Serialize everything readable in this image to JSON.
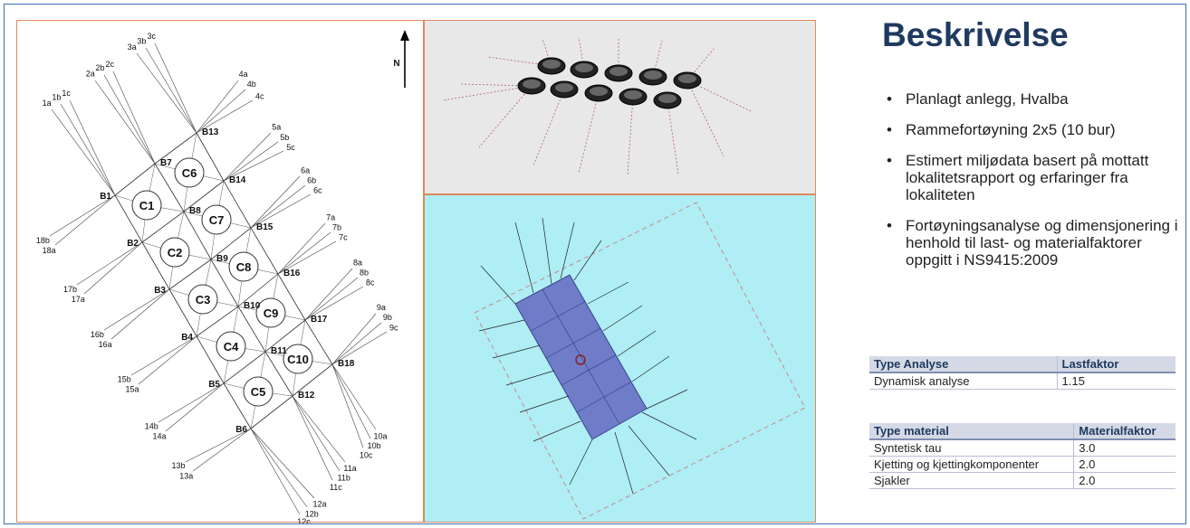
{
  "title": "Beskrivelse",
  "bullets": [
    "Planlagt anlegg, Hvalba",
    "Rammefortøyning 2x5 (10 bur)",
    "Estimert miljødata basert på mottatt lokalitetsrapport og erfaringer fra lokaliteten",
    "Fortøyningsanalyse og dimensjonering i henhold til last- og materialfaktorer oppgitt i NS9415:2009"
  ],
  "bullet_symbol": "•",
  "table_analysis": {
    "headers": [
      "Type Analyse",
      "Lastfaktor"
    ],
    "rows": [
      [
        "Dynamisk analyse",
        "1.15"
      ]
    ]
  },
  "table_material": {
    "headers": [
      "Type material",
      "Materialfaktor"
    ],
    "rows": [
      [
        "Syntetisk tau",
        "3.0"
      ],
      [
        "Kjetting og kjettingkomponenter",
        "2.0"
      ],
      [
        "Sjakler",
        "2.0"
      ]
    ]
  },
  "diagram": {
    "north_label": "N",
    "cages": [
      "C1",
      "C2",
      "C3",
      "C4",
      "C5",
      "C6",
      "C7",
      "C8",
      "C9",
      "C10"
    ],
    "nodes": [
      "B1",
      "B2",
      "B3",
      "B4",
      "B5",
      "B6",
      "B7",
      "B8",
      "B9",
      "B10",
      "B11",
      "B12",
      "B13",
      "B14",
      "B15",
      "B16",
      "B17",
      "B18"
    ],
    "anchor_labels": [
      "1a",
      "1b",
      "1c",
      "2a",
      "2b",
      "2c",
      "3a",
      "3b",
      "3c",
      "4a",
      "4b",
      "4c",
      "5a",
      "5b",
      "5c",
      "6a",
      "6b",
      "6c",
      "7a",
      "7b",
      "7c",
      "8a",
      "8b",
      "8c",
      "9a",
      "9b",
      "9c",
      "10a",
      "10b",
      "10c",
      "11a",
      "11b",
      "11c",
      "12a",
      "12b",
      "12c",
      "13a",
      "13b",
      "14a",
      "14b",
      "15a",
      "15b",
      "16a",
      "16b",
      "17a",
      "17b",
      "18a",
      "18b"
    ]
  },
  "colors": {
    "title": "#1f3a60",
    "frame_border": "#3d6fb0",
    "panel_border": "#d98a5a",
    "sim_background": "#aeeef4",
    "render_background": "#e8e8e8",
    "grid_fill": "#6f7cc8",
    "table_header": "#d5d9e6"
  }
}
